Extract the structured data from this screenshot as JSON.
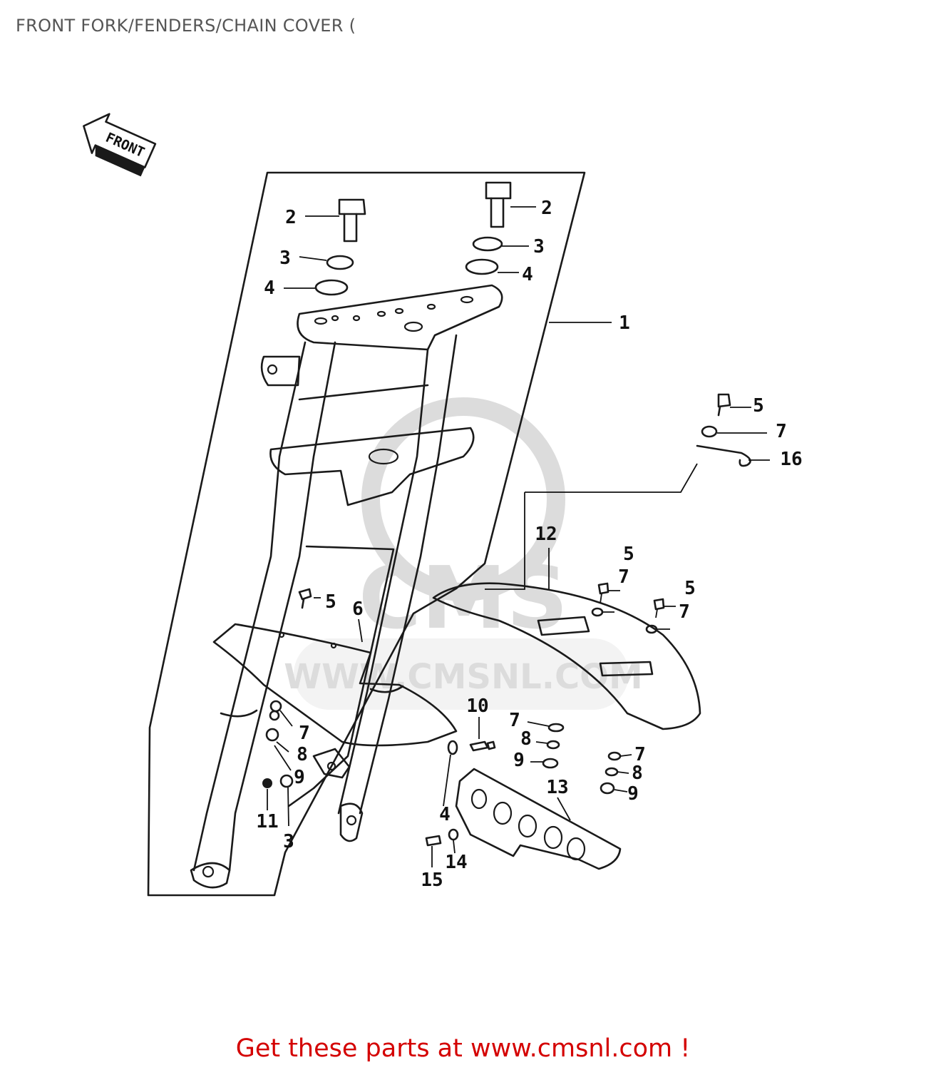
{
  "header": {
    "title": "FRONT FORK/FENDERS/CHAIN COVER ("
  },
  "direction_arrow": {
    "label": "FRONT"
  },
  "watermark": {
    "logo_text": "CMS",
    "url_text": "WWW.CMSNL.COM"
  },
  "callouts": {
    "c1": "1",
    "c2a": "2",
    "c2b": "2",
    "c3a": "3",
    "c3b": "3",
    "c3c": "3",
    "c4a": "4",
    "c4b": "4",
    "c4c": "4",
    "c5a": "5",
    "c5b": "5",
    "c5c": "5",
    "c5d": "5",
    "c6": "6",
    "c7a": "7",
    "c7b": "7",
    "c7c": "7",
    "c7d": "7",
    "c7e": "7",
    "c7f": "7",
    "c8a": "8",
    "c8b": "8",
    "c8c": "8",
    "c9a": "9",
    "c9b": "9",
    "c9c": "9",
    "c10": "10",
    "c11": "11",
    "c12": "12",
    "c13": "13",
    "c14": "14",
    "c15": "15",
    "c16": "16"
  },
  "footer": {
    "cta": "Get these parts at www.cmsnl.com !"
  },
  "colors": {
    "cta": "#d40000",
    "title": "#555555",
    "line": "#1a1a1a"
  }
}
